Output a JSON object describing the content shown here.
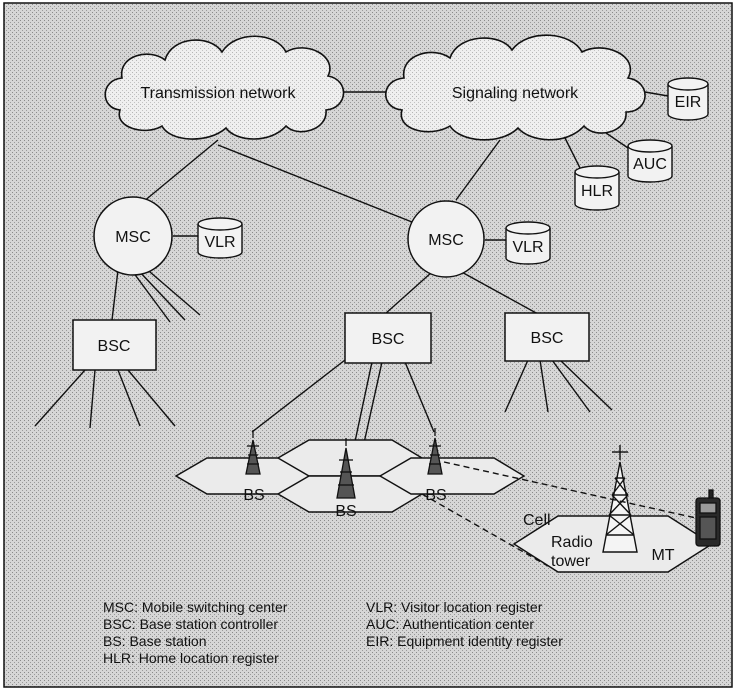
{
  "networks": {
    "transmission": "Transmission network",
    "signaling": "Signaling network"
  },
  "databases": {
    "eir": "EIR",
    "auc": "AUC",
    "hlr": "HLR",
    "vlr_left": "VLR",
    "vlr_right": "VLR"
  },
  "switching": {
    "msc_left": "MSC",
    "msc_right": "MSC"
  },
  "controllers": {
    "bsc_left": "BSC",
    "bsc_center": "BSC",
    "bsc_right": "BSC"
  },
  "cells": {
    "bs_left": "BS",
    "bs_center": "BS",
    "bs_right": "BS",
    "cell_label": "Cell",
    "radio_tower_line1": "Radio",
    "radio_tower_line2": "tower",
    "mt": "MT"
  },
  "legend": {
    "left": [
      "MSC: Mobile switching center",
      "BSC: Base station controller",
      "BS: Base station",
      "HLR: Home location register"
    ],
    "right": [
      "VLR: Visitor location register",
      "AUC: Authentication center",
      "EIR: Equipment identity register"
    ]
  },
  "colors": {
    "background_pattern": "#c9c9c9",
    "fill_light": "#ececec",
    "stroke": "#111111"
  }
}
